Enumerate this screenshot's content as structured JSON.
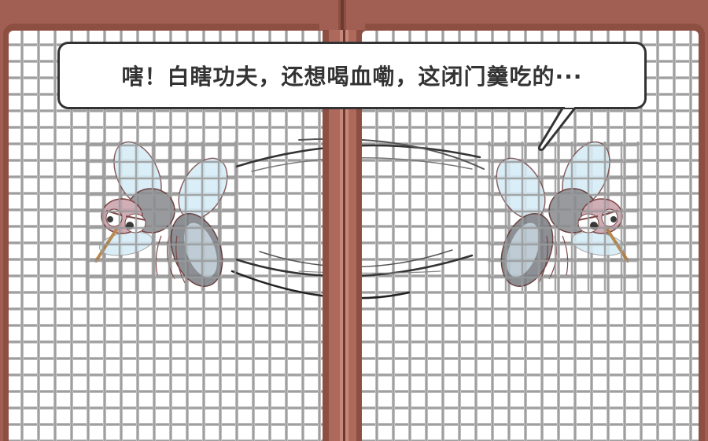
{
  "scene": {
    "description": "Comic panel: two cartoon mosquitoes blocked by a window screen mesh",
    "colors": {
      "frame": "#A05F52",
      "frame_shadow": "#8E4F43",
      "mesh_line": "#8f8f8f",
      "mesh_bg": "#ffffff",
      "bubble_border": "#333333",
      "text": "#333333",
      "wing": "#d6ecf7",
      "mosquito_body": "#8a8d91",
      "mosquito_head": "#c9a3ad",
      "outline": "#6b2e2e",
      "proboscis": "#b07a3a"
    }
  },
  "speech_bubble": {
    "text": "嗐！白瞎功夫，还想喝血嘞，这闭门羹吃的···"
  },
  "characters": [
    {
      "name": "left-mosquito",
      "facing": "left"
    },
    {
      "name": "right-mosquito",
      "facing": "right"
    }
  ]
}
